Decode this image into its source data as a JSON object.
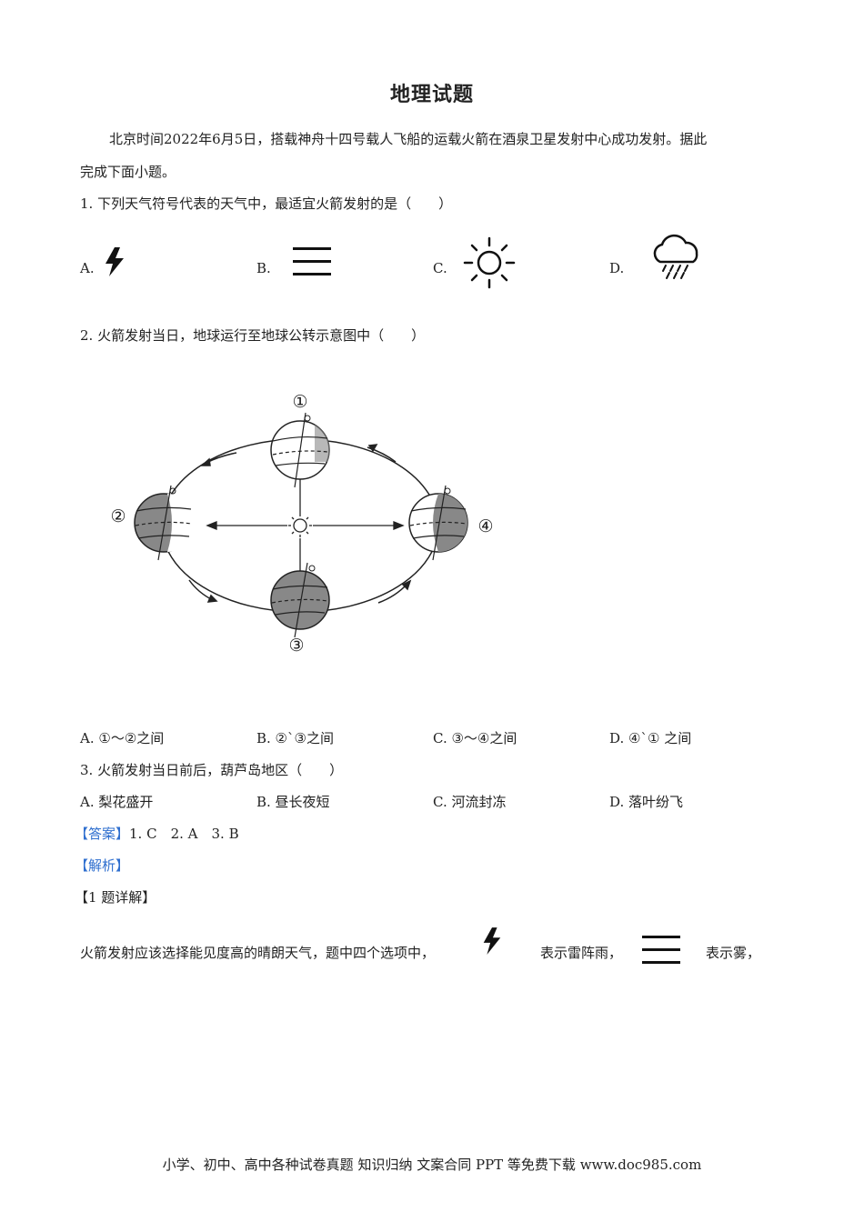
{
  "title": "地理试题",
  "intro_line1": "北京时间2022年6月5日，搭载神舟十四号载人飞船的运载火箭在酒泉卫星发射中心成功发射。据此",
  "intro_line2": "完成下面小题。",
  "q1": {
    "stem": "1. 下列天气符号代表的天气中，最适宜火箭发射的是（　　）",
    "options": [
      {
        "label": "A.",
        "icon": "lightning-icon"
      },
      {
        "label": "B.",
        "icon": "fog-icon"
      },
      {
        "label": "C.",
        "icon": "sun-icon"
      },
      {
        "label": "D.",
        "icon": "rain-cloud-icon"
      }
    ]
  },
  "q2": {
    "stem": "2. 火箭发射当日，地球运行至地球公转示意图中（　　）",
    "diagram_labels": [
      "①",
      "②",
      "③",
      "④"
    ],
    "options": [
      "A. ①～②之间",
      "B. ②`③之间",
      "C. ③～④之间",
      "D. ④`① 之间"
    ]
  },
  "q3": {
    "stem": "3. 火箭发射当日前后，葫芦岛地区（　　）",
    "options": [
      "A. 梨花盛开",
      "B. 昼长夜短",
      "C. 河流封冻",
      "D. 落叶纷飞"
    ]
  },
  "answer": {
    "tag": "【答案】",
    "text": "1. C　2. A　3. B"
  },
  "analysis_tag": "【解析】",
  "detail_tag": "【1 题详解】",
  "explain": {
    "part1": "火箭发射应该选择能见度高的晴朗天气，题中四个选项中，",
    "part2": "表示雷阵雨，",
    "part3": "表示雾，"
  },
  "footer": "小学、初中、高中各种试卷真题  知识归纳  文案合同  PPT 等免费下载      www.doc985.com"
}
